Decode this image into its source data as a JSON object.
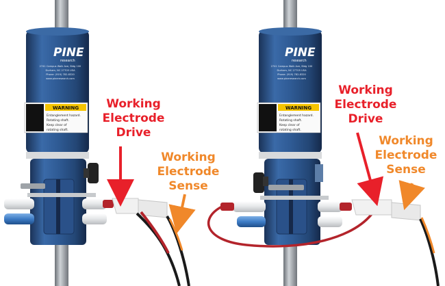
{
  "colors": {
    "label_red": "#e8202a",
    "label_orange": "#f0882a",
    "body_blue": "#2f5b95",
    "body_blue_dark": "#1d3b66",
    "shaft": "#9aa0a6",
    "lead_red": "#b3242b",
    "lead_black": "#1a1a1a",
    "warning_yellow": "#f5c400"
  },
  "brand": {
    "name": "PINE",
    "sub": "research"
  },
  "warning": {
    "title": "WARNING",
    "line1": "Entanglement hazard.",
    "line2": "Rotating shaft.",
    "line3": "Keep clear of",
    "line4": "rotating shaft."
  },
  "address": {
    "line1": "2741 Campus Walk Ave, Bldg 100",
    "line2": "Durham, NC 27705 USA",
    "line3": "Phone: (919) 782-8320",
    "line4": "www.pineresearch.com"
  },
  "left_labels": {
    "drive": [
      "Working",
      "Electrode",
      "Drive"
    ],
    "sense": [
      "Working",
      "Electrode",
      "Sense"
    ]
  },
  "right_labels": {
    "drive": [
      "Working",
      "Electrode",
      "Drive"
    ],
    "sense": [
      "Working",
      "Electrode",
      "Sense"
    ]
  },
  "icons": {
    "left_unit": "rotator-unit-icon",
    "right_unit": "rotator-unit-icon"
  }
}
